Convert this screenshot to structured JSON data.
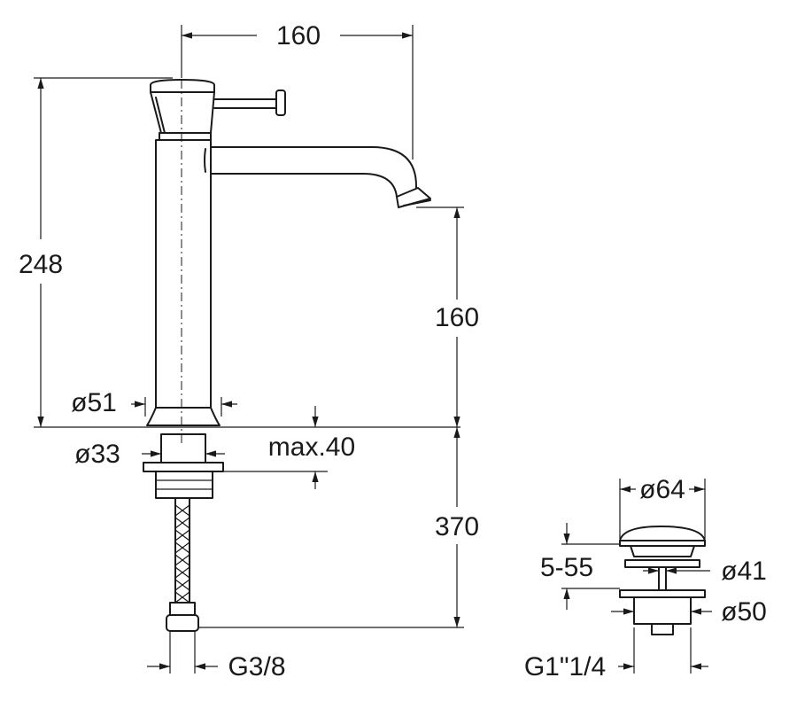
{
  "dimensions": {
    "spout_reach": "160",
    "total_height": "248",
    "spout_height": "160",
    "body_diameter": "ø51",
    "shank_diameter": "ø33",
    "max_deck_thickness": "max.40",
    "hose_length": "370",
    "hose_connection": "G3/8",
    "waste_cap_diameter": "ø64",
    "waste_adjust_range": "5-55",
    "waste_stem_diameter": "ø41",
    "waste_flange_diameter": "ø50",
    "waste_thread": "G1\"1/4"
  }
}
